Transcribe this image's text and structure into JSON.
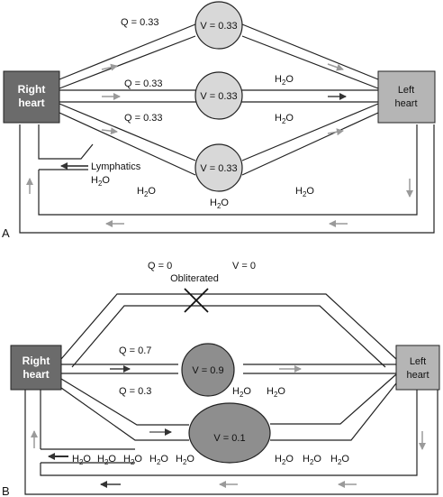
{
  "panel_a": {
    "letter": "A",
    "right_heart": {
      "line1": "Right",
      "line2": "heart",
      "color": "#6b6b6b"
    },
    "left_heart": {
      "line1": "Left",
      "line2": "heart",
      "color": "#b5b5b5"
    },
    "flows": [
      "Q = 0.33",
      "Q = 0.33",
      "Q = 0.33"
    ],
    "volumes": [
      "V = 0.33",
      "V = 0.33",
      "V = 0.33"
    ],
    "lymphatics": "Lymphatics",
    "water_base": "H",
    "water_sub": "2",
    "water_tail": "O",
    "sphere_color": "#d8d8d8"
  },
  "panel_b": {
    "letter": "B",
    "right_heart": {
      "line1": "Right",
      "line2": "heart",
      "color": "#6b6b6b"
    },
    "left_heart": {
      "line1": "Left",
      "line2": "heart",
      "color": "#b5b5b5"
    },
    "q_obliterated": "Q = 0",
    "v_obliterated": "V = 0",
    "obliterated": "Obliterated",
    "flows": [
      "Q = 0.7",
      "Q = 0.3"
    ],
    "volumes": [
      "V = 0.9",
      "V = 0.1"
    ],
    "sphere_color": "#8e8e8e",
    "water_base": "H",
    "water_sub": "2",
    "water_tail": "O"
  },
  "colors": {
    "arrow_light": "#9a9a9a",
    "arrow_dark": "#444444",
    "line": "#222222"
  }
}
